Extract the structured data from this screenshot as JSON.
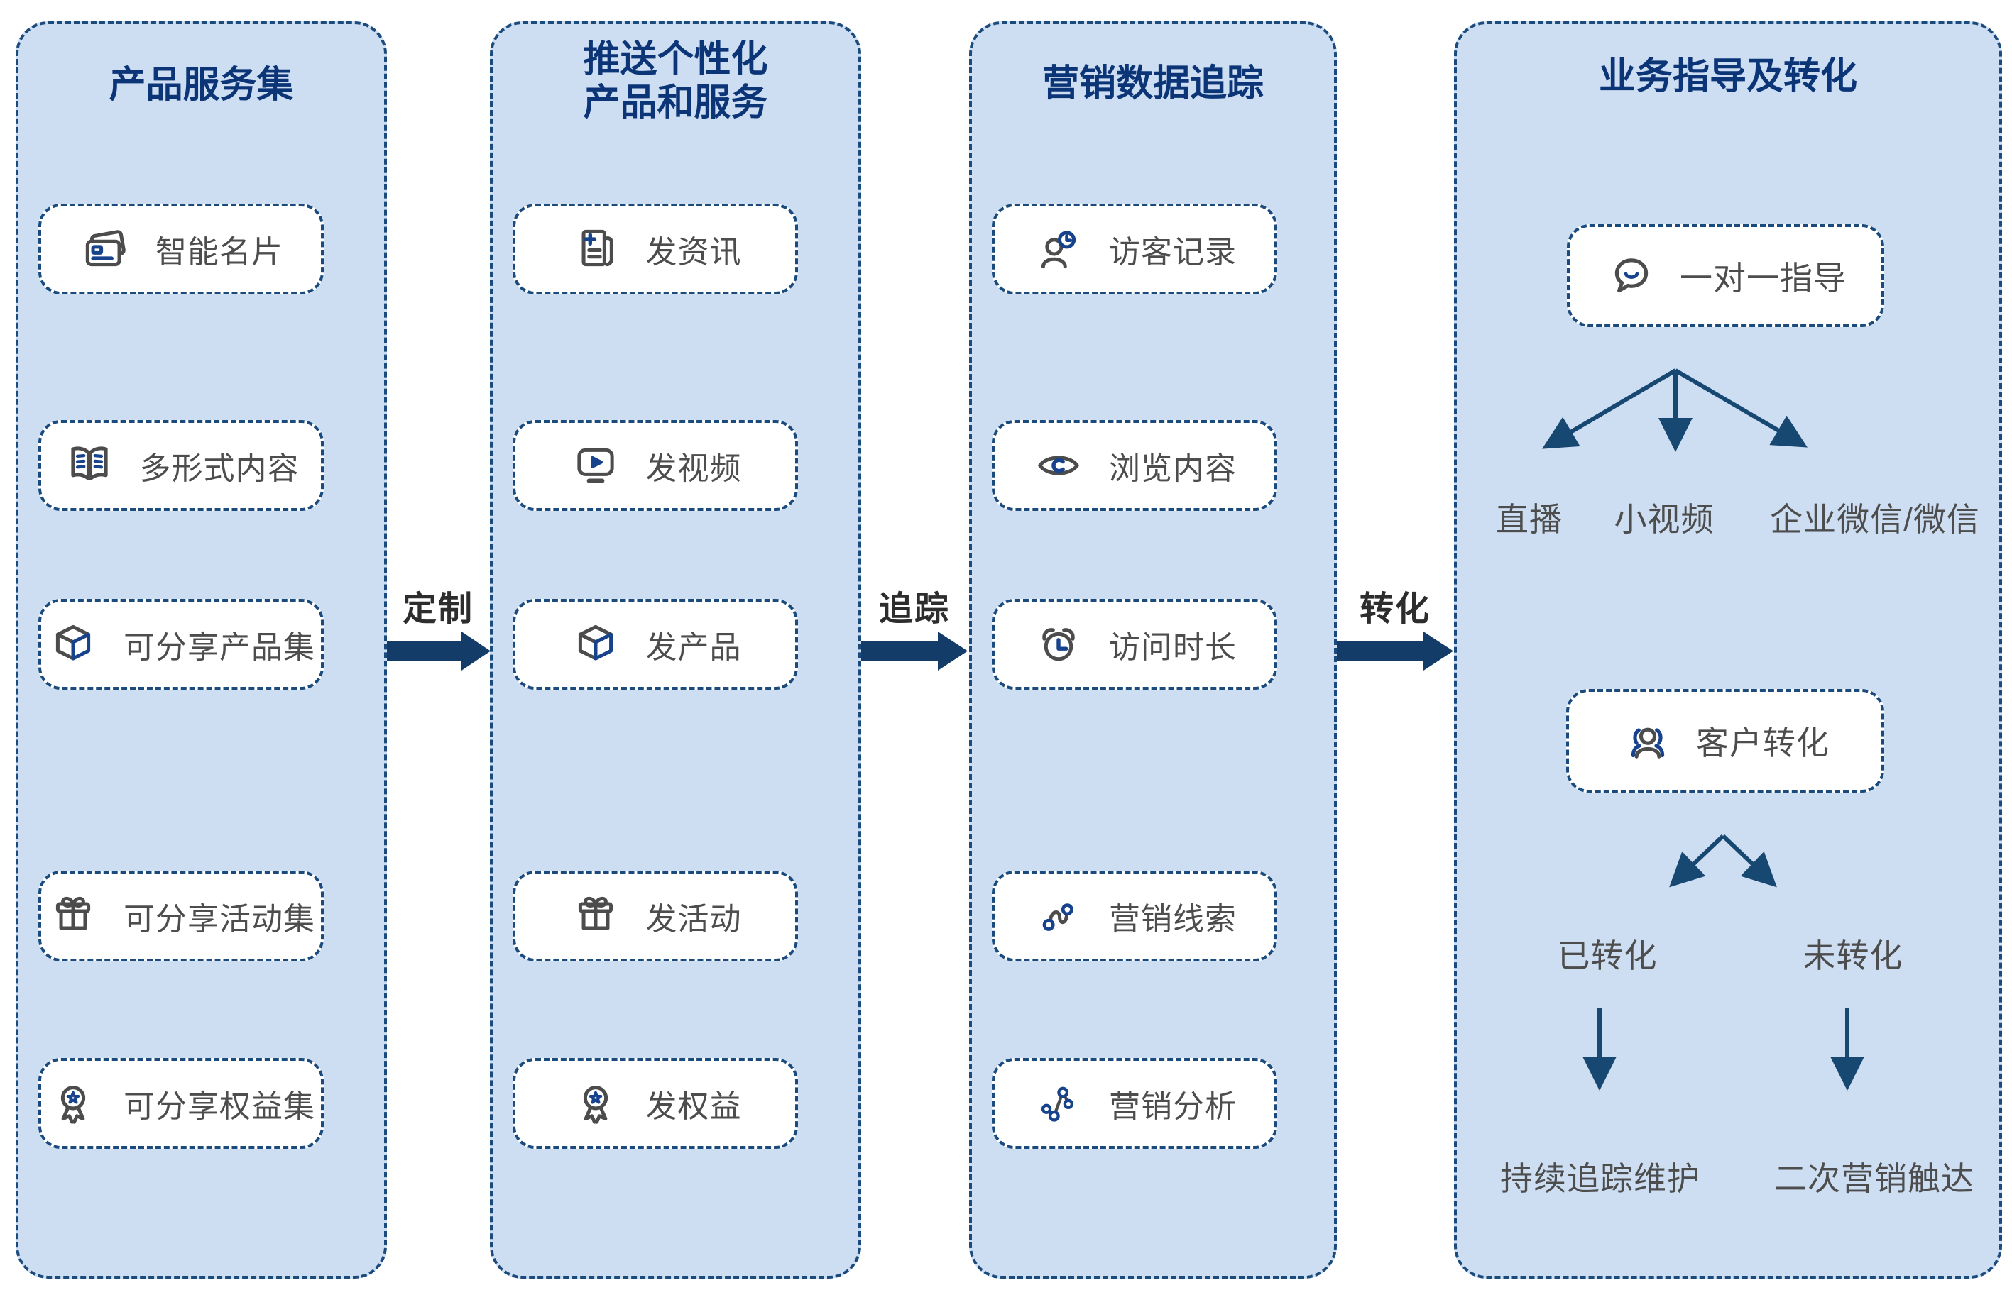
{
  "diagram": {
    "stages": [
      {
        "title": "产品服务集",
        "items": [
          {
            "icon": "business-card",
            "label": "智能名片"
          },
          {
            "icon": "multi-format-content",
            "label": "多形式内容"
          },
          {
            "icon": "cube",
            "label": "可分享产品集"
          },
          {
            "icon": "gift",
            "label": "可分享活动集"
          },
          {
            "icon": "medal",
            "label": "可分享权益集"
          }
        ]
      },
      {
        "title": "推送个性化\n产品和服务",
        "items": [
          {
            "icon": "news",
            "label": "发资讯"
          },
          {
            "icon": "video-play",
            "label": "发视频"
          },
          {
            "icon": "cube",
            "label": "发产品"
          },
          {
            "icon": "gift",
            "label": "发活动"
          },
          {
            "icon": "medal",
            "label": "发权益"
          }
        ]
      },
      {
        "title": "营销数据追踪",
        "items": [
          {
            "icon": "visitor-clock",
            "label": "访客记录"
          },
          {
            "icon": "eye",
            "label": "浏览内容"
          },
          {
            "icon": "alarm-clock",
            "label": "访问时长"
          },
          {
            "icon": "leads-curve",
            "label": "营销线索"
          },
          {
            "icon": "analysis-nodes",
            "label": "营销分析"
          }
        ]
      },
      {
        "title": "业务指导及转化",
        "guidance": {
          "icon": "chat-smile",
          "label": "一对一指导",
          "channels": [
            "直播",
            "小视频",
            "企业微信/微信"
          ]
        },
        "conversion": {
          "icon": "people-group",
          "label": "客户转化",
          "outcomes": [
            "已转化",
            "未转化"
          ],
          "followups": [
            "持续追踪维护",
            "二次营销触达"
          ]
        }
      }
    ],
    "connectors": [
      {
        "label": "定制"
      },
      {
        "label": "追踪"
      },
      {
        "label": "转化"
      }
    ],
    "colors": {
      "column_fill": "#cddef2",
      "border_navy": "#1b4b7d",
      "title_navy": "#0c3577",
      "text_gray": "#4d4d4d",
      "block_arrow_navy": "#133c68",
      "line_arrow_navy": "#174872",
      "accent_blue": "#17428c"
    }
  }
}
